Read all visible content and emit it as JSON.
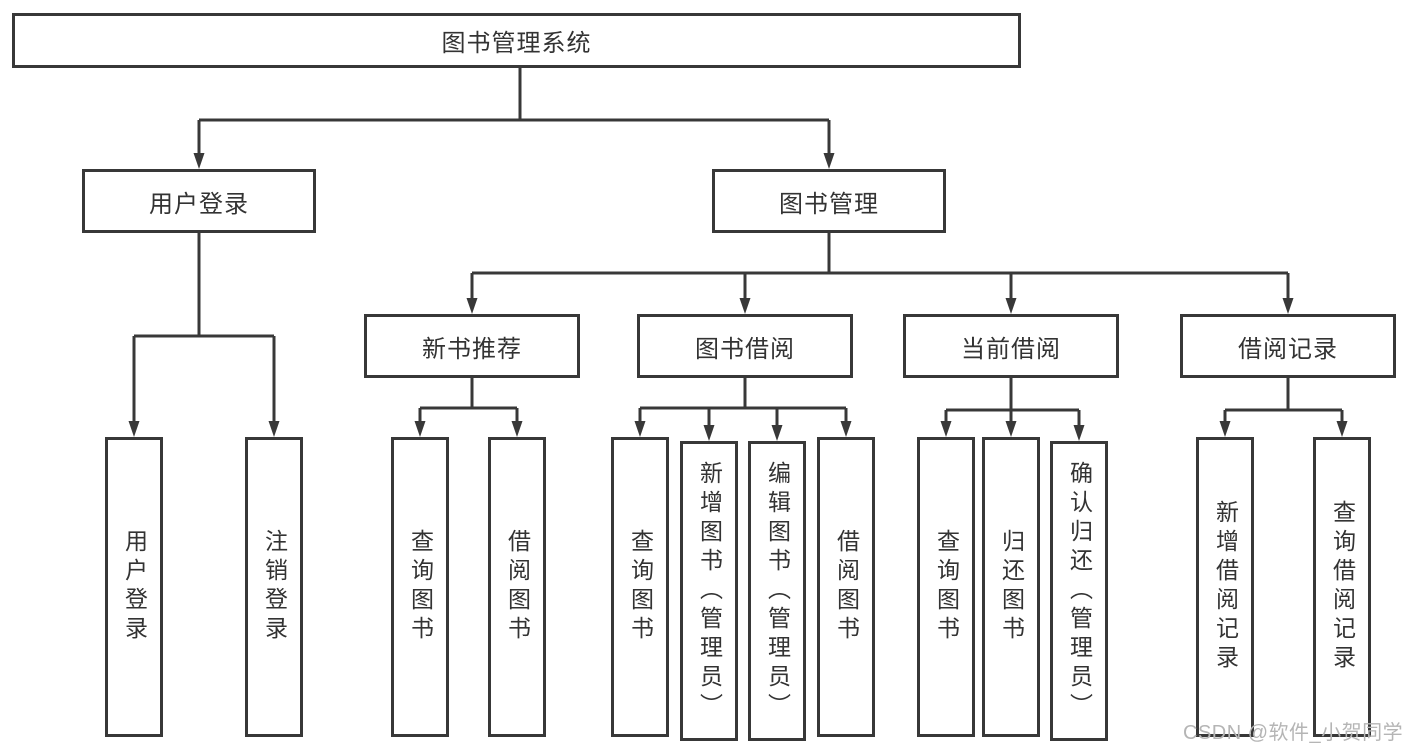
{
  "colors": {
    "line": "#383838",
    "box_border": "#383838",
    "text": "#333333",
    "background": "#ffffff",
    "watermark": "#b5b5b5"
  },
  "watermark": {
    "text": "CSDN @软件_小贺同学"
  },
  "tree": {
    "label": "图书管理系统",
    "children": [
      {
        "label": "用户登录",
        "children": [
          {
            "label": "用户登录"
          },
          {
            "label": "注销登录"
          }
        ]
      },
      {
        "label": "图书管理",
        "children": [
          {
            "label": "新书推荐",
            "children": [
              {
                "label": "查询图书"
              },
              {
                "label": "借阅图书"
              }
            ]
          },
          {
            "label": "图书借阅",
            "children": [
              {
                "label": "查询图书"
              },
              {
                "label": "新增图书（管理员）"
              },
              {
                "label": "编辑图书（管理员）"
              },
              {
                "label": "借阅图书"
              }
            ]
          },
          {
            "label": "当前借阅",
            "children": [
              {
                "label": "查询图书"
              },
              {
                "label": "归还图书"
              },
              {
                "label": "确认归还（管理员）"
              }
            ]
          },
          {
            "label": "借阅记录",
            "children": [
              {
                "label": "新增借阅记录"
              },
              {
                "label": "查询借阅记录"
              }
            ]
          }
        ]
      }
    ]
  }
}
